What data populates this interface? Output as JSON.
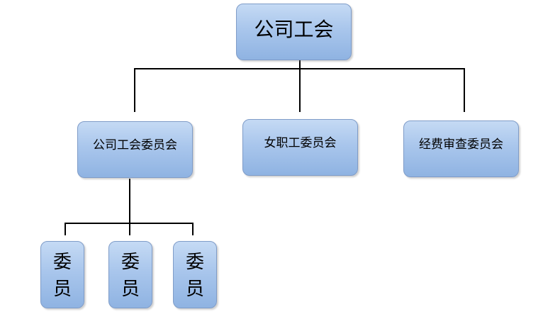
{
  "org_chart": {
    "root": {
      "label": "公司工会"
    },
    "departments": [
      {
        "label": "公司工会委员会"
      },
      {
        "label": "女职工委员会"
      },
      {
        "label": "经费审查委员会"
      }
    ],
    "members": [
      {
        "label": "委员"
      },
      {
        "label": "委员"
      },
      {
        "label": "委员"
      }
    ]
  },
  "colors": {
    "node_fill_top": "#c5daf4",
    "node_fill_bottom": "#8fb3e2",
    "node_border": "#7f9cc8",
    "connector": "#000000"
  }
}
